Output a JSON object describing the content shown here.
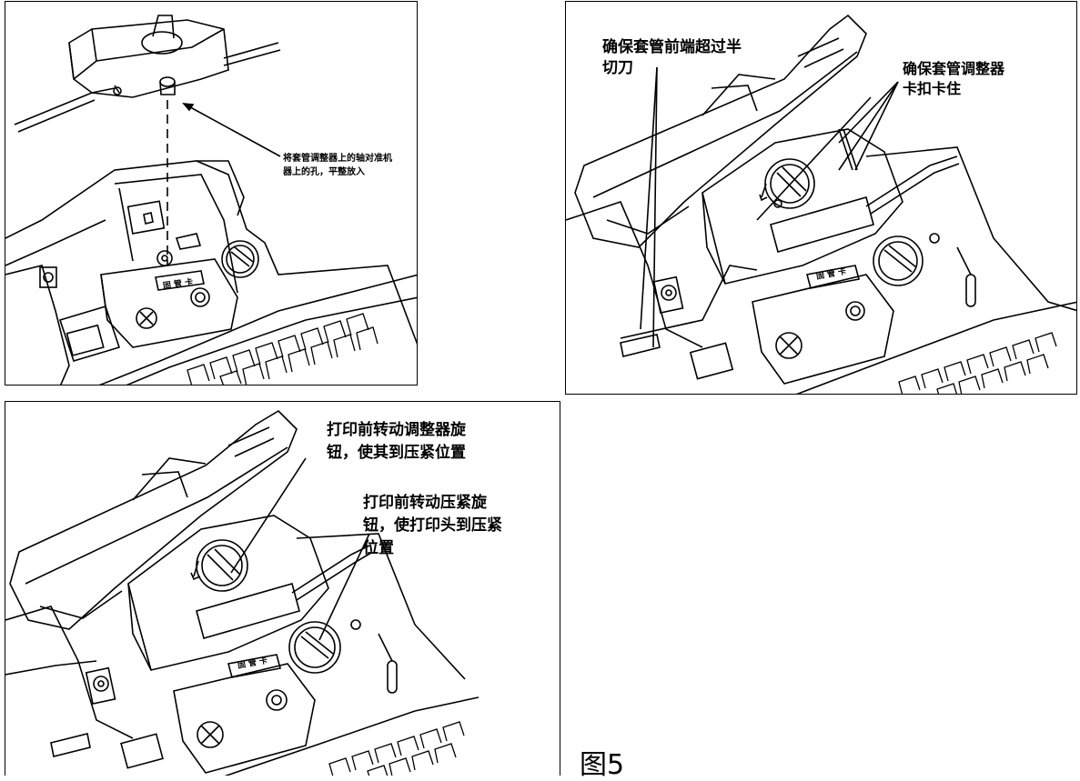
{
  "panel1": {
    "callout": "将套管调整器上的轴对准机\n器上的孔，平整放入"
  },
  "panel2": {
    "callout_left": "确保套管前端超过半\n切刀",
    "callout_right": "确保套管调整器\n卡扣卡住"
  },
  "panel3": {
    "callout_top": "打印前转动调整器旋\n钮，使其到压紧位置",
    "callout_bottom": "打印前转动压紧旋\n钮，使打印头到压紧\n位置"
  },
  "figure_label": "图5",
  "cassette_label": "固 管 卡"
}
